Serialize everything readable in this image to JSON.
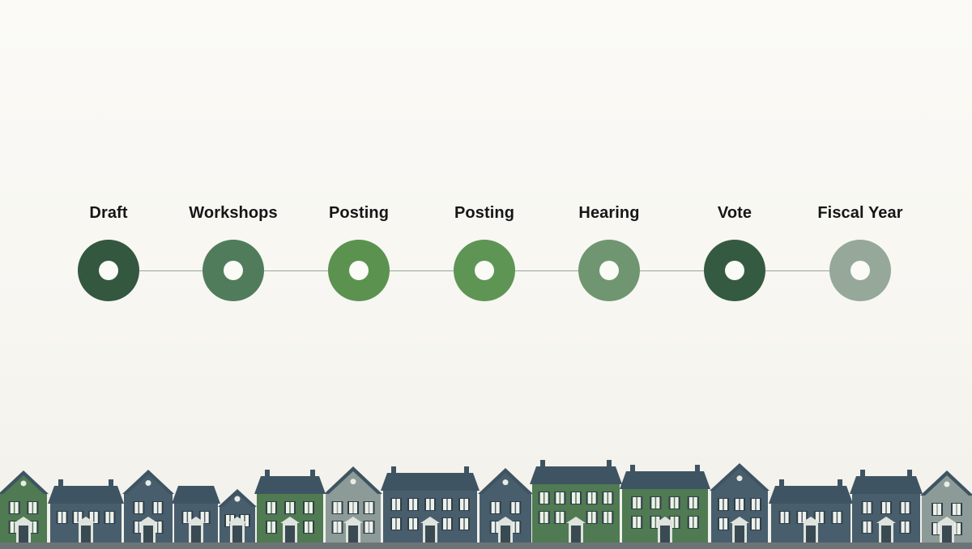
{
  "steps": [
    {
      "label": "Draft",
      "color": "#33573f"
    },
    {
      "label": "Workshops",
      "color": "#517c5b"
    },
    {
      "label": "Posting",
      "color": "#5b924f"
    },
    {
      "label": "Posting",
      "color": "#5e9554"
    },
    {
      "label": "Hearing",
      "color": "#6f9670"
    },
    {
      "label": "Vote",
      "color": "#355a42"
    },
    {
      "label": "Fiscal Year",
      "color": "#95a89a"
    }
  ],
  "palette": {
    "background": "#f9f8f3",
    "slate_house": "#485e6d",
    "green_house": "#4f7a52",
    "gray_house": "#8c9b98",
    "roof": "#3f5462",
    "ground": "#6d7478"
  }
}
